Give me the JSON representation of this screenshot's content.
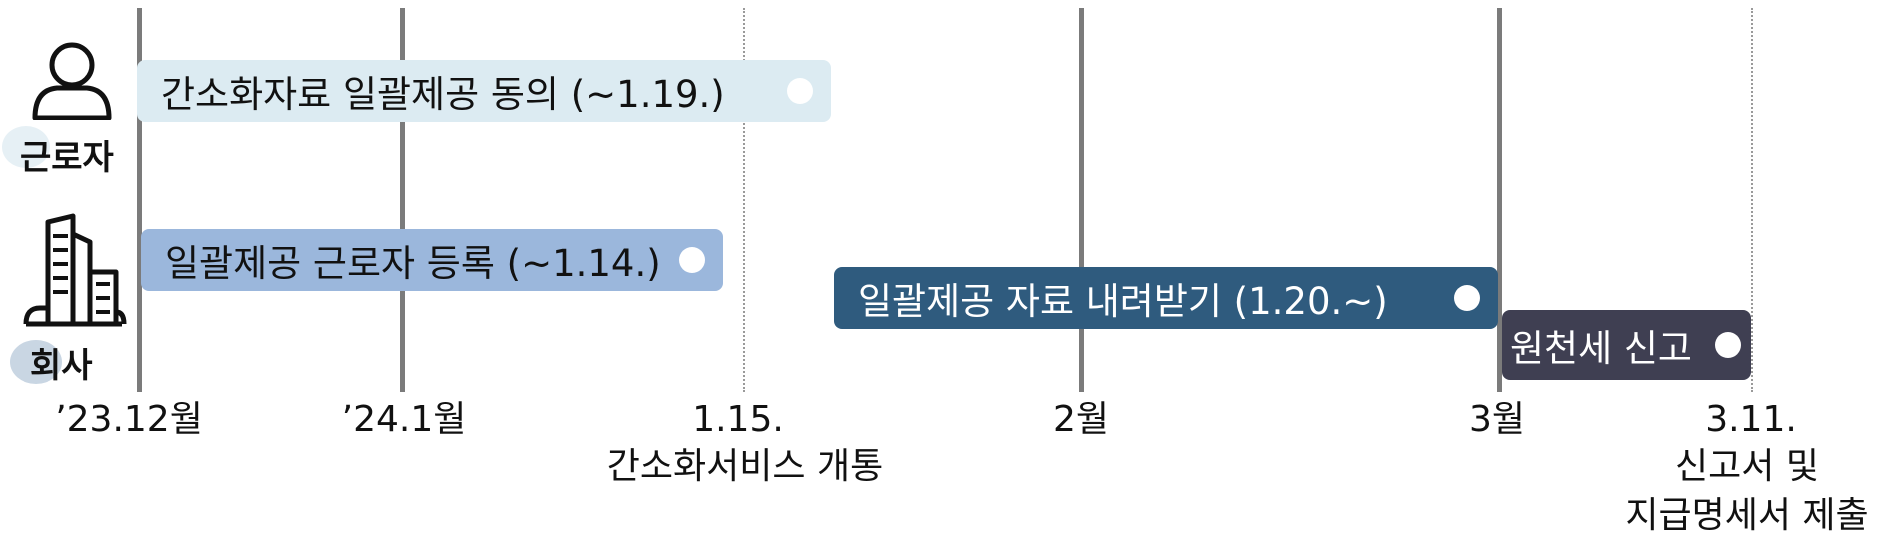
{
  "rows": {
    "worker": {
      "label": "근로자",
      "icon": "person-icon"
    },
    "company": {
      "label": "회사",
      "icon": "building-icon"
    }
  },
  "bars": {
    "consent": {
      "label": "간소화자료 일괄제공 동의 (~1.19.)",
      "color": "#dcebf2",
      "text_color": "#111111"
    },
    "register": {
      "label": "일괄제공 근로자 등록 (~1.14.)",
      "color": "#9bb7dc",
      "text_color": "#111111"
    },
    "download": {
      "label": "일괄제공 자료 내려받기 (1.20.~)",
      "color": "#2f5b7e",
      "text_color": "#ffffff"
    },
    "report": {
      "label": "원천세 신고",
      "color": "#3f3f52",
      "text_color": "#ffffff"
    }
  },
  "axis": {
    "ticks": [
      "’23.12월",
      "’24.1월",
      "1.15.",
      "2월",
      "3월",
      "3.11."
    ],
    "events": {
      "jan15": "간소화서비스 개통",
      "mar11_line1": "신고서 및",
      "mar11_line2": "지급명세서 제출"
    }
  }
}
